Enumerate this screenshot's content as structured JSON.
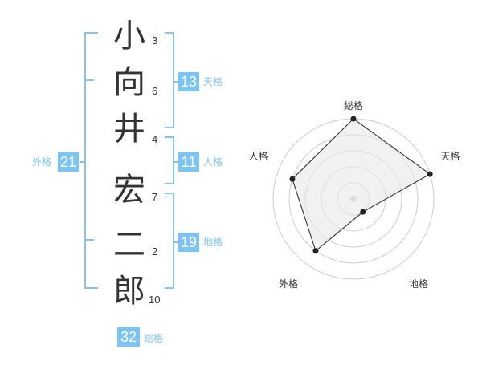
{
  "name_chars": [
    {
      "char": "小",
      "strokes": "3"
    },
    {
      "char": "向",
      "strokes": "6"
    },
    {
      "char": "井",
      "strokes": "4"
    },
    {
      "char": "宏",
      "strokes": "7"
    },
    {
      "char": "二",
      "strokes": "2"
    },
    {
      "char": "郎",
      "strokes": "10"
    }
  ],
  "fortunes": {
    "tenkaku": {
      "value": "13",
      "label": "天格"
    },
    "jinkaku": {
      "value": "11",
      "label": "人格"
    },
    "chikaku": {
      "value": "19",
      "label": "地格"
    },
    "gaikaku": {
      "value": "21",
      "label": "外格"
    },
    "soukaku": {
      "value": "32",
      "label": "総格"
    }
  },
  "chart_data": {
    "type": "radar",
    "axes": [
      "総格",
      "天格",
      "地格",
      "外格",
      "人格"
    ],
    "values": [
      5,
      5,
      1,
      4,
      4
    ],
    "rmax": 5,
    "rings": 5,
    "colors": {
      "fill": "#e8e8e8",
      "line": "#222222",
      "grid": "#cccccc"
    }
  }
}
